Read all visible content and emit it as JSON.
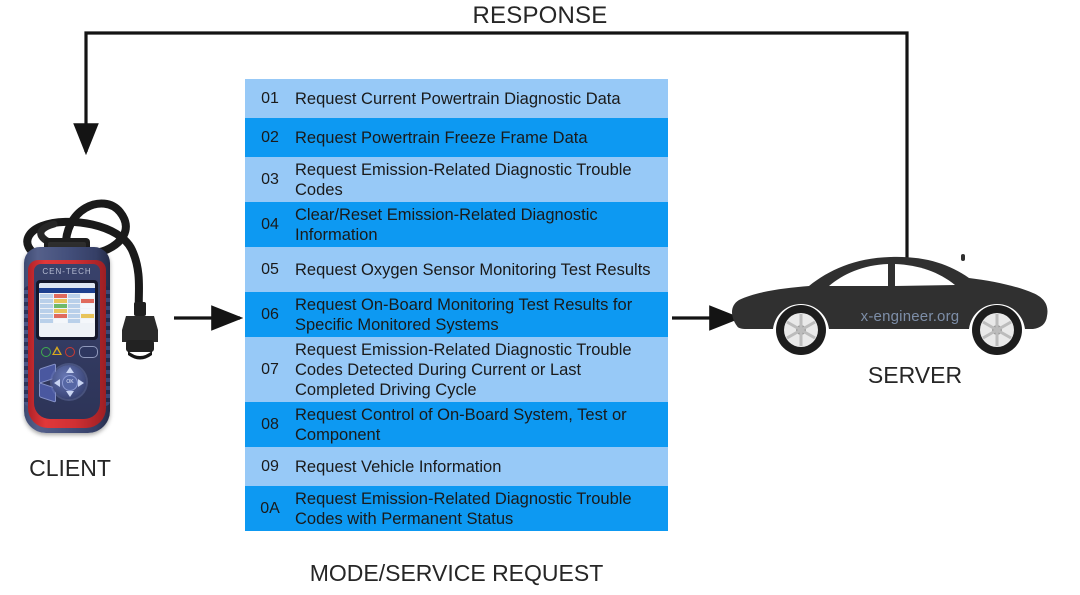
{
  "diagram": {
    "title_top": "RESPONSE",
    "caption_bottom": "MODE/SERVICE REQUEST",
    "client_label": "CLIENT",
    "server_label": "SERVER",
    "watermark": "x-engineer.org",
    "colors": {
      "row_light": "#97c9f7",
      "row_dark": "#0d99f2",
      "arrow": "#141414",
      "text": "#262626",
      "car": "#303030",
      "device_blue": "#44507c",
      "device_red": "#d03033"
    }
  },
  "device": {
    "brand": "CEN-TECH",
    "ok_label": "OK"
  },
  "table": {
    "rows": [
      {
        "code": "01",
        "desc": "Request Current Powertrain Diagnostic Data",
        "shade": "light",
        "lines": 1
      },
      {
        "code": "02",
        "desc": "Request Powertrain Freeze Frame Data",
        "shade": "dark",
        "lines": 1
      },
      {
        "code": "03",
        "desc": "Request Emission-Related Diagnostic Trouble Codes",
        "shade": "light",
        "lines": 2
      },
      {
        "code": "04",
        "desc": "Clear/Reset Emission-Related Diagnostic Information",
        "shade": "dark",
        "lines": 2
      },
      {
        "code": "05",
        "desc": "Request Oxygen Sensor Monitoring Test Results",
        "shade": "light",
        "lines": 2
      },
      {
        "code": "06",
        "desc": "Request On-Board Monitoring Test Results for Specific Monitored Systems",
        "shade": "dark",
        "lines": 2
      },
      {
        "code": "07",
        "desc": "Request Emission-Related Diagnostic Trouble Codes Detected During Current or Last Completed Driving Cycle",
        "shade": "light",
        "lines": 3
      },
      {
        "code": "08",
        "desc": "Request Control of On-Board System, Test or Component",
        "shade": "dark",
        "lines": 2
      },
      {
        "code": "09",
        "desc": "Request Vehicle Information",
        "shade": "light",
        "lines": 1
      },
      {
        "code": "0A",
        "desc": "Request Emission-Related Diagnostic Trouble Codes with Permanent Status",
        "shade": "dark",
        "lines": 2
      }
    ]
  }
}
